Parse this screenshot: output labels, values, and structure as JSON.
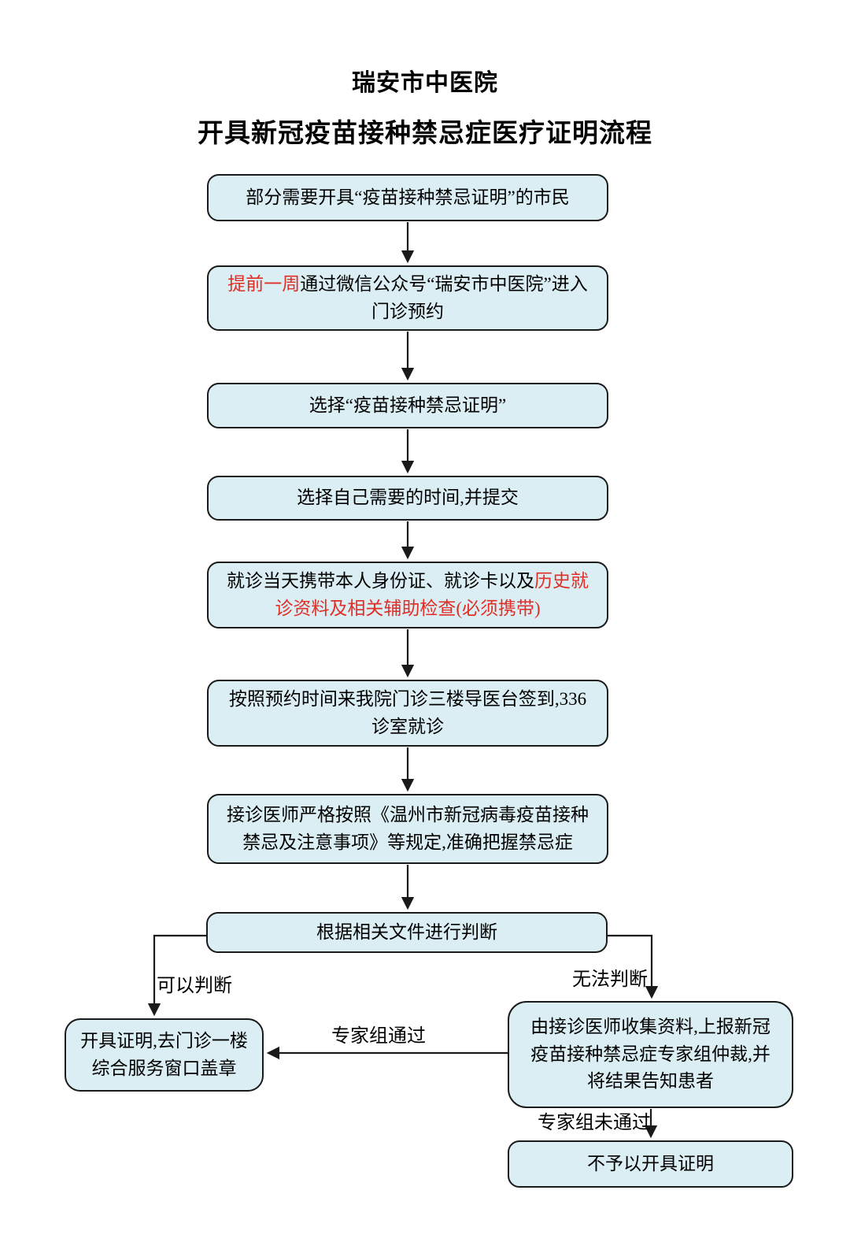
{
  "header": {
    "hospital": "瑞安市中医院",
    "title": "开具新冠疫苗接种禁忌症医疗证明流程"
  },
  "nodes": {
    "citizens": {
      "text": "部分需要开具“疫苗接种禁忌证明”的市民"
    },
    "appointment": {
      "red": "提前一周",
      "rest": "通过微信公众号“瑞安市中医院”进入门诊预约"
    },
    "select_cert": {
      "text": "选择“疫苗接种禁忌证明”"
    },
    "select_time": {
      "text": "选择自己需要的时间,并提交"
    },
    "bring_docs": {
      "pre": "就诊当天携带本人身份证、就诊卡以及",
      "red": "历史就诊资料及相关辅助检查(必须携带)"
    },
    "signin": {
      "text": "按照预约时间来我院门诊三楼导医台签到,336 诊室就诊"
    },
    "doctor_check": {
      "text": "接诊医师严格按照《温州市新冠病毒疫苗接种禁忌及注意事项》等规定,准确把握禁忌症"
    },
    "judge": {
      "text": "根据相关文件进行判断"
    },
    "issue_cert": {
      "text": "开具证明,去门诊一楼综合服务窗口盖章"
    },
    "expert_group": {
      "text": "由接诊医师收集资料,上报新冠疫苗接种禁忌症专家组仲裁,并将结果告知患者"
    },
    "no_cert": {
      "text": "不予以开具证明"
    }
  },
  "edge_labels": {
    "can_judge": "可以判断",
    "cannot_judge": "无法判断",
    "expert_pass": "专家组通过",
    "expert_fail": "专家组未通过"
  },
  "colors": {
    "box_fill": "#daeef3",
    "box_border": "#1a1a1a",
    "highlight_red": "#e02e27",
    "text": "#000000",
    "background": "#ffffff"
  }
}
